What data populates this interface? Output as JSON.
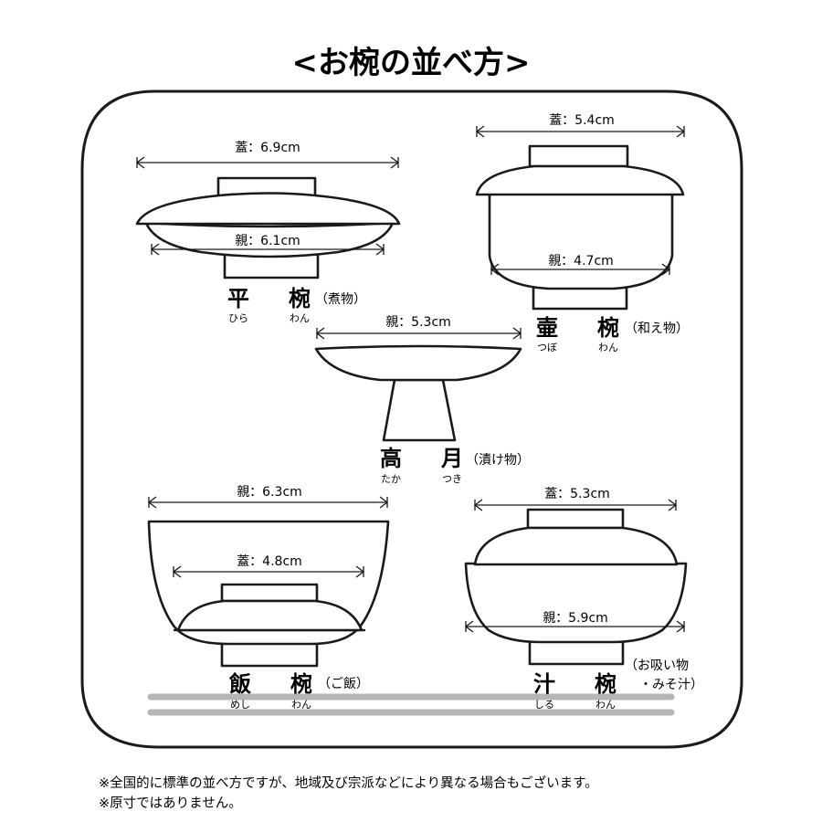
{
  "title": "<お椀の並べ方>",
  "bowls": {
    "hira": {
      "lid_label": "蓋：6.9cm",
      "body_label": "親：6.1cm",
      "name_kanji_1": "平",
      "name_kanji_2": "椀",
      "ruby_1": "ひら",
      "ruby_2": "わん",
      "purpose": "（煮物）"
    },
    "tsubo": {
      "lid_label": "蓋：5.4cm",
      "body_label": "親：4.7cm",
      "name_kanji_1": "壷",
      "name_kanji_2": "椀",
      "ruby_1": "つぼ",
      "ruby_2": "わん",
      "purpose": "（和え物）"
    },
    "takatsuki": {
      "body_label": "親：5.3cm",
      "name_kanji_1": "高",
      "name_kanji_2": "月",
      "ruby_1": "たか",
      "ruby_2": "つき",
      "purpose": "（漬け物）"
    },
    "meshi": {
      "body_label": "親：6.3cm",
      "lid_label": "蓋：4.8cm",
      "name_kanji_1": "飯",
      "name_kanji_2": "椀",
      "ruby_1": "めし",
      "ruby_2": "わん",
      "purpose": "（ご飯）"
    },
    "shiru": {
      "lid_label": "蓋：5.3cm",
      "body_label": "親：5.9cm",
      "name_kanji_1": "汁",
      "name_kanji_2": "椀",
      "ruby_1": "しる",
      "ruby_2": "わん",
      "purpose_line1": "（お吸い物",
      "purpose_line2": "・みそ汁）"
    }
  },
  "notes": [
    "※全国的に標準の並べ方ですが、地域及び宗派などにより異なる場合もございます。",
    "※原寸ではありません。"
  ],
  "colors": {
    "ink": "#1a1a1a",
    "chopsticks": "#b5b5b5"
  }
}
